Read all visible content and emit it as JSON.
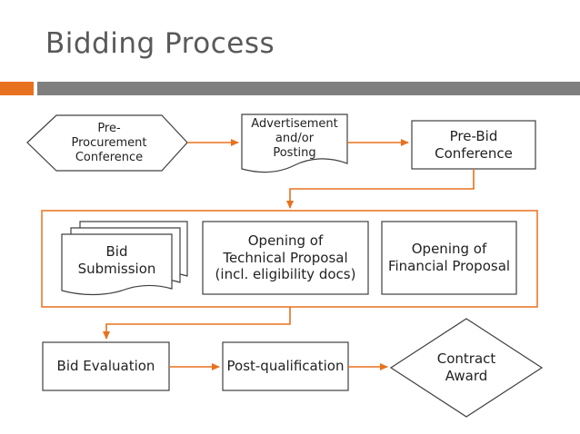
{
  "title": "Bidding Process",
  "colors": {
    "accent": "#e8711f",
    "title_bar": "#7f7f7f",
    "title_text": "#595959",
    "box_stroke": "#404040"
  },
  "nodes": {
    "pre_procurement": "Pre-\nProcurement\nConference",
    "advertisement": "Advertisement\nand/or\nPosting",
    "pre_bid": "Pre-Bid\nConference",
    "bid_submission": "Bid\nSubmission",
    "technical": "Opening of\nTechnical Proposal\n(incl. eligibility docs)",
    "financial": "Opening of\nFinancial Proposal",
    "bid_evaluation": "Bid Evaluation",
    "post_qualification": "Post-qualification",
    "contract_award": "Contract\nAward"
  }
}
